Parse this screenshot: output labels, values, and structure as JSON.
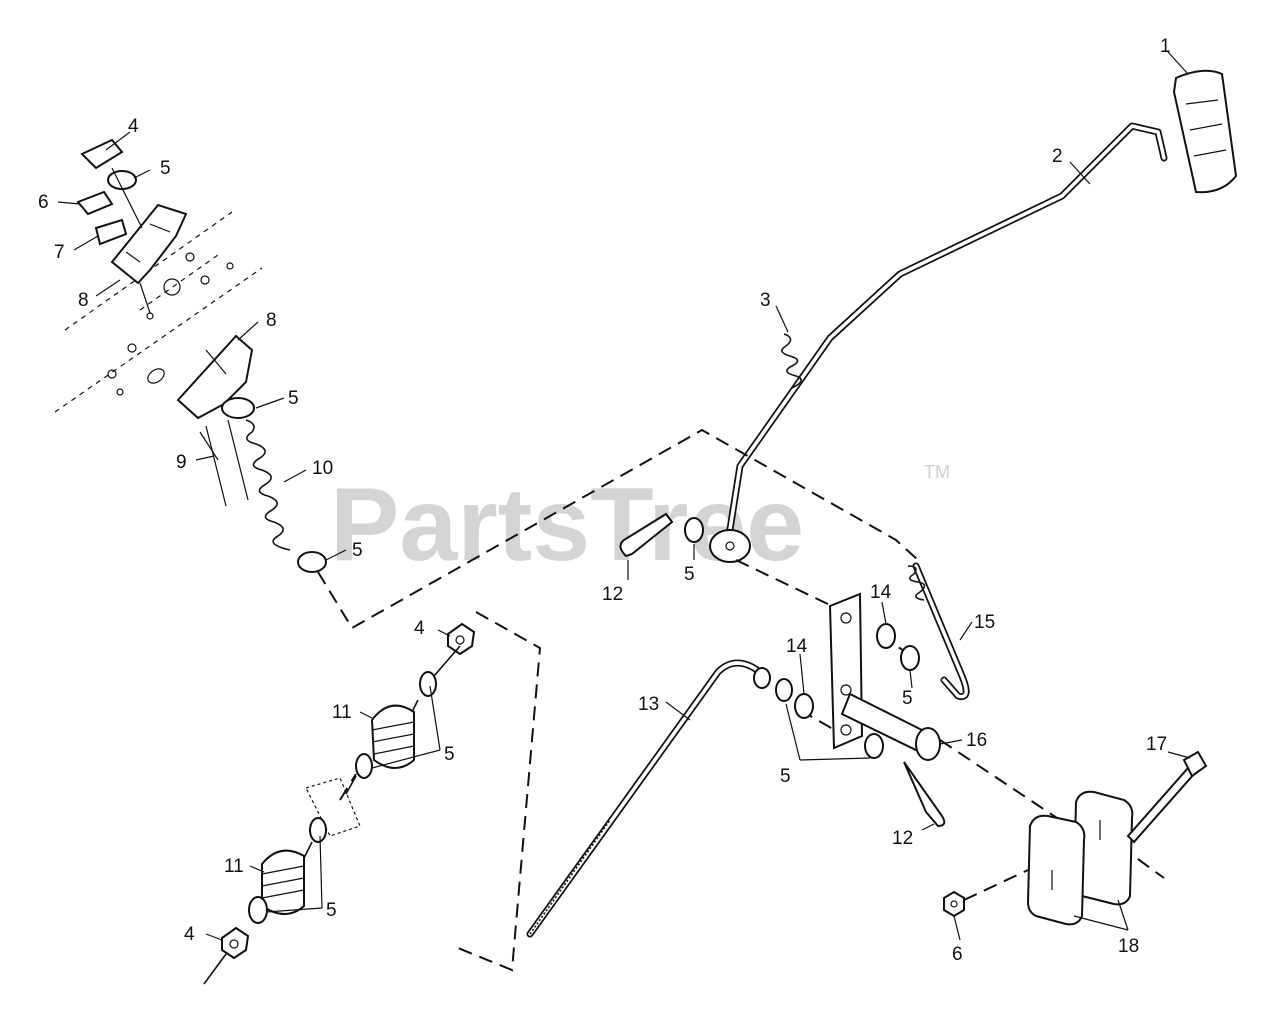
{
  "watermark": {
    "text": "PartsTree",
    "mark": "TM"
  },
  "callouts": {
    "c1": "1",
    "c2": "2",
    "c3": "3",
    "c4a": "4",
    "c5a": "5",
    "c6a": "6",
    "c7": "7",
    "c8a": "8",
    "c8b": "8",
    "c5b": "5",
    "c9": "9",
    "c10": "10",
    "c5c": "5",
    "c12a": "12",
    "c5d": "5",
    "c4b": "4",
    "c11a": "11",
    "c5e": "5",
    "c11b": "11",
    "c5f": "5",
    "c4c": "4",
    "c13": "13",
    "c14a": "14",
    "c14b": "14",
    "c15": "15",
    "c5g": "5",
    "c16": "16",
    "c5h": "5",
    "c12b": "12",
    "c17": "17",
    "c6b": "6",
    "c18": "18"
  }
}
